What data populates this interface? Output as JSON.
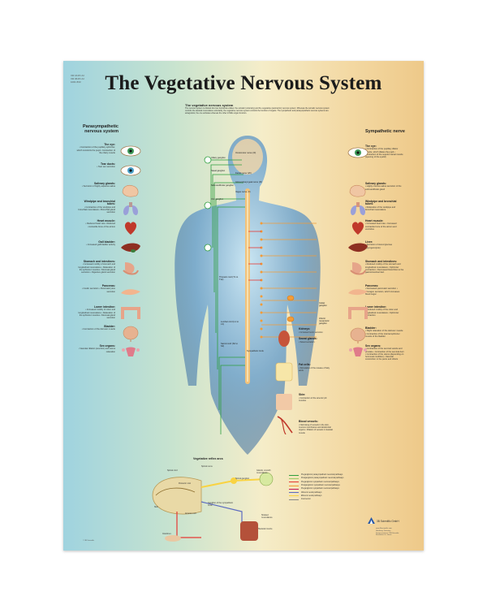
{
  "poster": {
    "title": "The Vegetative Nervous System",
    "codes": "VR 1615 UU\nVR 0615 UU\n1001 833",
    "intro": {
      "title": "The vegetative nervous system",
      "text": "The nervous system is divided into two functional entities: the somatic (voluntary) and the vegetative (autonomic) nervous system. Whereas the somatic nervous system controls the skeletal musculature voluntarily, the vegetative nervous system controls the function of organs. The sympathetic and parasympathetic nervous systems are antagonists; the one activates whereas the other inhibits organ function."
    },
    "left": {
      "title": "Parasympathetic\nnervous system",
      "entries": [
        {
          "head": "The eye:",
          "text": "• Contraction of the pupillary sphincter, which constricts the pupil • Contraction of the ciliary muscle"
        },
        {
          "head": "Tear ducts:",
          "text": "• Tear sec secretion"
        },
        {
          "head": "Salivary glands:",
          "text": "• Secretion of highly aqueous saliva"
        },
        {
          "head": "Windpipe and bronchial tubes:",
          "text": "• Contraction of the windpipe and bronchial musculature • Bronchial gland secretion"
        },
        {
          "head": "Heart muscle:",
          "text": "• Reduced heart rate • Reduced contractile force of the atrium"
        },
        {
          "head": "Gall bladder:",
          "text": "• Increased gall bladder activity"
        },
        {
          "head": "Stomach and intestines:",
          "text": "• Increased motility of stomach and longitudinal musculature • Relaxation of the sphincter muscles • Mucosal gland secretion • Digestive gland secretion"
        },
        {
          "head": "Pancreas:",
          "text": "• Insulin secretion • Pancreatic juice secretion"
        },
        {
          "head": "Lower intestine:",
          "text": "• Increased motility of colon and longitudinal musculature • Relaxation of the sphincter muscles • Mucosal gland secretion"
        },
        {
          "head": "Bladder:",
          "text": "• Contraction of the detrusor muscle"
        },
        {
          "head": "Sex organs:",
          "text": "• Vascular dilation (erection) and uterus relaxation"
        }
      ]
    },
    "right": {
      "title": "Sympathetic nerve",
      "entries": [
        {
          "head": "The eye:",
          "text": "• Contraction of the pupillary dilator muscle, which dilates the pupil • Contraction of the superior tarsal muscle (opening of the eyelid)"
        },
        {
          "head": "Salivary glands:",
          "text": "• Highly mucous saliva secretion of the submandibular gland"
        },
        {
          "head": "Windpipe and bronchial tubes:",
          "text": "• Relaxation of the windpipe and bronchial musculature"
        },
        {
          "head": "Heart muscle:",
          "text": "• Increased heart rate • Increased contractile force of the atrium and ventricles"
        },
        {
          "head": "Liver:",
          "text": "• Secretion of stored glucose (glycogenolysis)"
        },
        {
          "head": "Stomach and intestines:",
          "text": "• Reduced motility of the stomach and longitudinal musculature • Sphincter contraction • Decreased blood flow to the gastrointestinal tract"
        },
        {
          "head": "Pancreas:",
          "text": "• Decreased pancreatic secretion • Glucagon secretion, which increases blood sugar"
        },
        {
          "head": "Lower intestine:",
          "text": "• Reduced motility of the colon and longitudinal musculature • Sphincter contraction"
        },
        {
          "head": "Bladder:",
          "text": "• Slight relaxation of the detrusor muscle • Contraction of the internal sphincter muscle of the bladder"
        },
        {
          "head": "Sex organs:",
          "text": "• Contraction of the seminal vesicle and prostate • Contraction of the seminal duct • Contraction of the uterus (depending on hormonal condition) • Vascular constriction in the penis and clitoris"
        }
      ]
    },
    "center_labels": {
      "ciliary": "Ciliary ganglion",
      "nasal": "Nasal ganglion",
      "submandibular": "Submandibular ganglion",
      "otic": "Otic ganglion",
      "oculomotor": "Oculomotor nerve (III)",
      "facial": "Facial nerve (VII)",
      "glossopharyngeal": "Glossopharyngeal nerve (IX)",
      "vagus": "Vagus nerve (X)",
      "thoracic": "Thoracic cord (T1 to T12)",
      "lumbar": "Lumbar cord (L1 to L3)",
      "sacral": "Sacral cord (S2 to S4)",
      "sympathetic_trunk": "Sympathetic trunk",
      "celiac": "Celiac ganglion",
      "mesenteric": "Inferior mesenteric ganglion"
    },
    "mid_entries": [
      {
        "head": "Kidneys:",
        "text": "• Increased renin secretion"
      },
      {
        "head": "Sweat glands:",
        "text": "• Sweat secretion"
      },
      {
        "head": "Fat cells:",
        "text": "• Stimulation of the release of fatty acids"
      },
      {
        "head": "Skin:",
        "text": "• Contraction of the arrector pili muscles"
      },
      {
        "head": "Blood vessels:",
        "text": "• Narrowing of vessels in the skin, mucous membranes and abdominal organs • Dilation of vessels in skeletal muscle"
      }
    ],
    "reflex": {
      "title": "Vegetative reflex arcs",
      "labels": [
        "Spinal cord",
        "Spinal nerve",
        "Posterior root",
        "Anterior root",
        "Spinal ganglion",
        "Ganglion of the sympathetic trunk",
        "Glands, smooth musculature",
        "Skeletal muscle",
        "Skin",
        "Intestines",
        "Striated musculature"
      ]
    },
    "legend": [
      {
        "label": "Preganglionic parasympathetic neuronal pathways",
        "color": "#2e9e3e"
      },
      {
        "label": "Postganglionic parasympathetic neuronal pathways",
        "color": "#9ccc65"
      },
      {
        "label": "Preganglionic sympathetic neuronal pathways",
        "color": "#e53935"
      },
      {
        "label": "Postganglionic sympathetic neuronal pathways",
        "color": "#f29c38"
      },
      {
        "label": "Preganglionic sympathetic neuronal pathways",
        "color": "#c2185b"
      },
      {
        "label": "Afferent neural pathways",
        "color": "#5c6bc0"
      },
      {
        "label": "Efferent neural pathways",
        "color": "#f9d342"
      },
      {
        "label": "Interneuron",
        "color": "#888888"
      }
    ],
    "company": "3B Scientific GmbH",
    "smallprint": "www.3bscientific.com\nHamburg, Germany\nDesign and text: ©3B Scientific\nIllustration: Dr. Gross",
    "copyright": "© 3B Scientific"
  }
}
